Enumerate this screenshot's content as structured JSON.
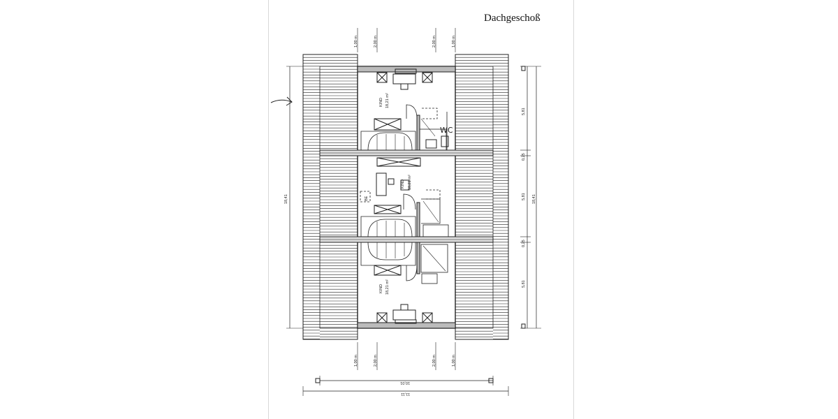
{
  "title": "Dachgeschoß",
  "rooms": {
    "kind_top": {
      "name": "KIND",
      "area": "18,21 m²"
    },
    "kind_mid": {
      "name": "KIND",
      "area": "18,21 m²"
    },
    "kind_bot": {
      "name": "KIND",
      "area": "18,21 m²"
    },
    "wc": "WC",
    "bett": "BE"
  },
  "dims": {
    "top_a": "1,00 m",
    "top_b": "2,00 m",
    "top_c": "2,00 m",
    "top_d": "1,00 m",
    "bot_a": "1,00 m",
    "bot_b": "2,00 m",
    "bot_c": "2,00 m",
    "bot_d": "1,00 m",
    "left_total": "18,41",
    "right_seg1": "5,81",
    "right_gap1": "0,25",
    "right_seg2": "5,81",
    "right_gap2": "0,25",
    "right_seg3": "5,81",
    "right_total": "18,41",
    "bottom_inner": "10,01",
    "bottom_total": "11,11"
  },
  "colors": {
    "line": "#222222",
    "paper": "#ffffff"
  }
}
